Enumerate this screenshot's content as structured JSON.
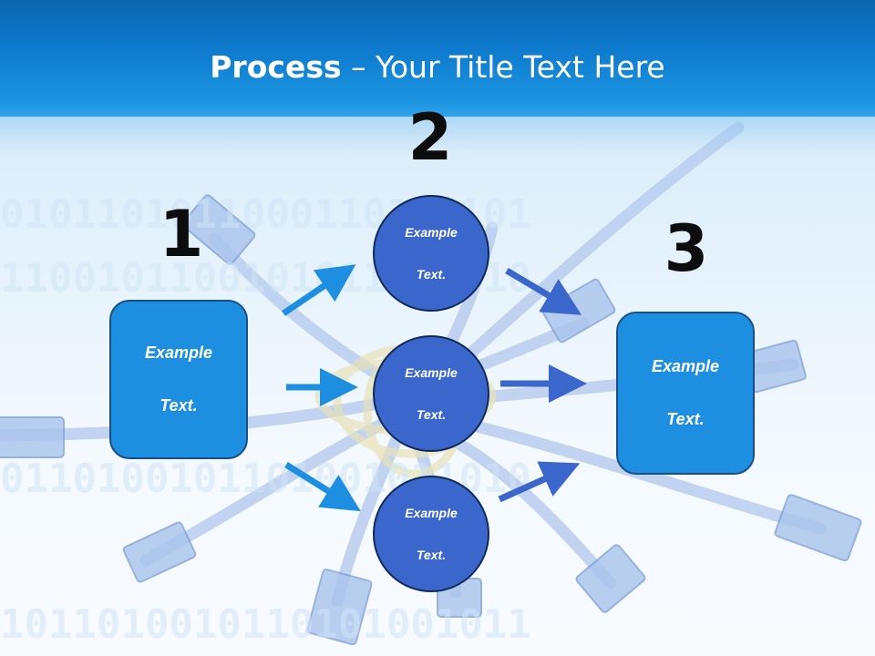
{
  "slide": {
    "title_bold": "Process",
    "title_rest": " – Your Title Text Here",
    "step_numbers": [
      "1",
      "2",
      "3"
    ],
    "box_left": {
      "line1": "Example",
      "line2": "Text."
    },
    "box_right": {
      "line1": "Example",
      "line2": "Text."
    },
    "circle_top": {
      "line1": "Example",
      "line2": "Text."
    },
    "circle_middle": {
      "line1": "Example",
      "line2": "Text."
    },
    "circle_bottom": {
      "line1": "Example",
      "line2": "Text."
    }
  },
  "colors": {
    "header": "#0f7ccf",
    "box_fill": "#1e8fe0",
    "circle_fill": "#3b66cc",
    "arrow_light": "#1e8fe0",
    "arrow_dark": "#3b66cc",
    "number_text": "#0d0d0d"
  },
  "background": {
    "art": "network-cables-binary-digits"
  }
}
